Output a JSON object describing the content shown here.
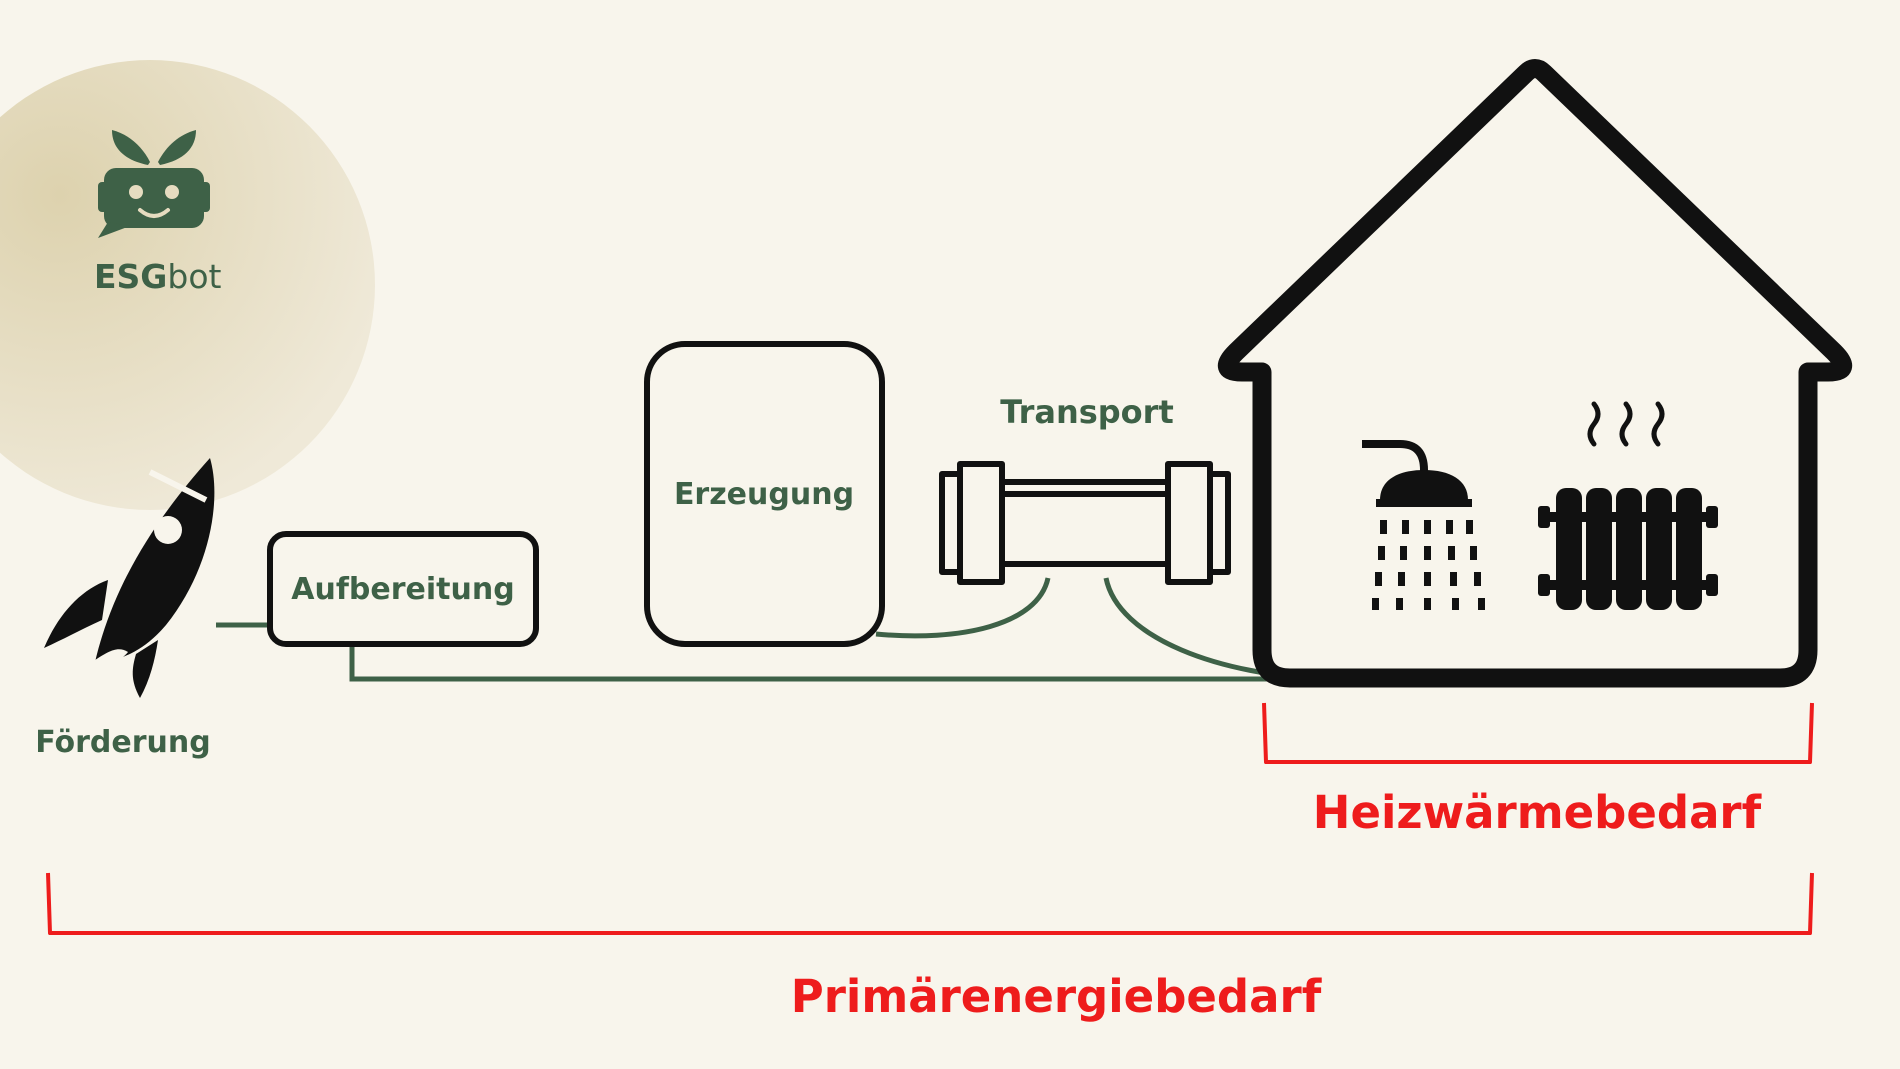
{
  "logo": {
    "text_bold": "ESG",
    "text_light": "bot",
    "circle_color": "#e6dcc0",
    "icon_color": "#3e6147"
  },
  "stages": {
    "foerderung": "Förderung",
    "aufbereitung": "Aufbereitung",
    "erzeugung": "Erzeugung",
    "transport": "Transport"
  },
  "brackets": {
    "heizwaermebedarf": "Heizwärmebedarf",
    "primaerenergiebedarf": "Primärenergiebedarf"
  },
  "colors": {
    "background": "#f8f5ec",
    "label_green": "#3e6147",
    "line_green": "#3e6147",
    "outline": "#111111",
    "bracket_red": "#ee1c1c"
  },
  "icons": [
    "rocket-icon",
    "pipe-icon",
    "house-icon",
    "shower-icon",
    "radiator-icon"
  ]
}
